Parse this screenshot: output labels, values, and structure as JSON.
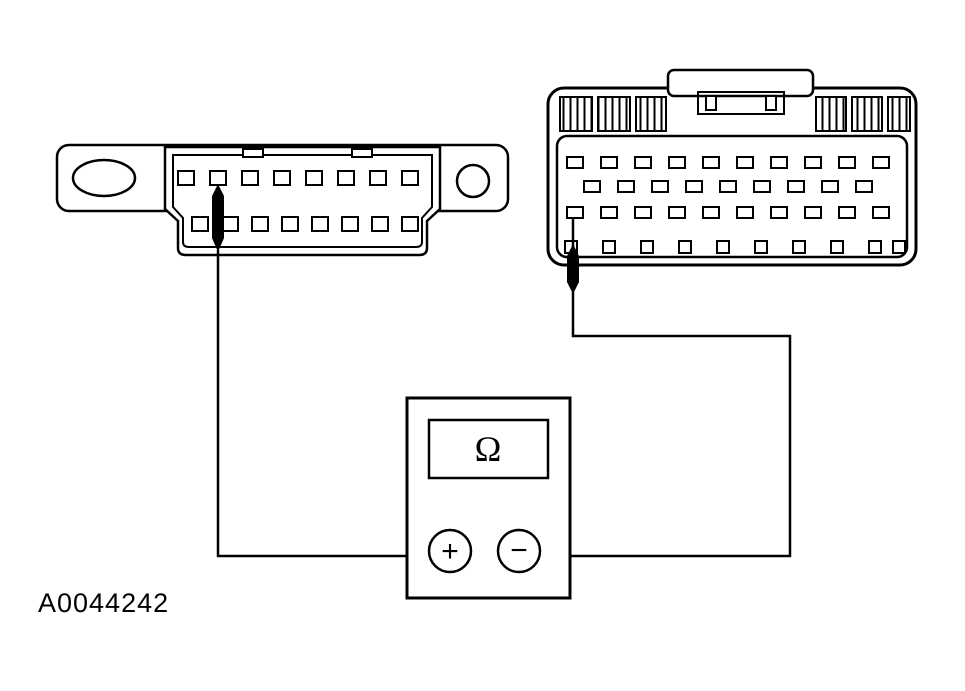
{
  "figure": {
    "label": "A0044242"
  },
  "meter": {
    "name": "ohmmeter",
    "display_symbol": "Ω",
    "positive_terminal": "+",
    "negative_terminal": "−"
  },
  "components": {
    "left_connector": "data-link-connector",
    "right_connector": "module-connector",
    "left_probe": "test-probe",
    "right_probe": "test-probe",
    "left_lead": "test-lead",
    "right_lead": "test-lead"
  },
  "colors": {
    "line": "#000000",
    "background": "#ffffff",
    "probe_fill": "#000000"
  }
}
